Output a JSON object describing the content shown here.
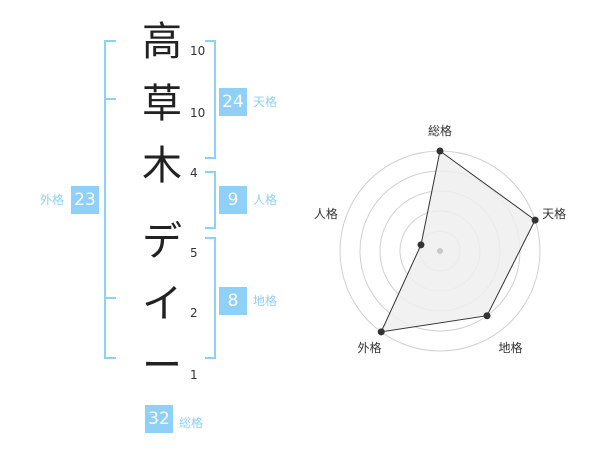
{
  "name": {
    "chars": [
      {
        "char": "高",
        "strokes": "10"
      },
      {
        "char": "草",
        "strokes": "10"
      },
      {
        "char": "木",
        "strokes": "4"
      },
      {
        "char": "デ",
        "strokes": "5"
      },
      {
        "char": "イ",
        "strokes": "2"
      },
      {
        "char": "ー",
        "strokes": "1"
      }
    ]
  },
  "fortune": {
    "tenkaku": {
      "label": "天格",
      "value": "24"
    },
    "jinkaku": {
      "label": "人格",
      "value": "9"
    },
    "chikaku": {
      "label": "地格",
      "value": "8"
    },
    "gaikaku": {
      "label": "外格",
      "value": "23"
    },
    "soukaku": {
      "label": "総格",
      "value": "32"
    }
  },
  "colors": {
    "accent": "#8fd0f7",
    "badge_text": "#ffffff",
    "radar_fill": "#efefef"
  },
  "chart_data": {
    "type": "radar",
    "axes": [
      "総格",
      "天格",
      "地格",
      "外格",
      "人格"
    ],
    "values": [
      5,
      5,
      4,
      5,
      1
    ],
    "max": 5
  }
}
